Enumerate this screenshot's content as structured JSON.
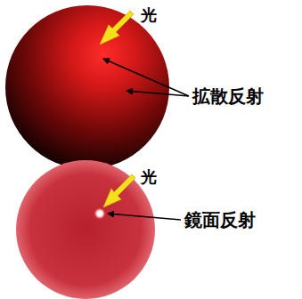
{
  "diagram": {
    "labels": [
      "光",
      "拡散反射",
      "光",
      "鏡面反射"
    ]
  }
}
